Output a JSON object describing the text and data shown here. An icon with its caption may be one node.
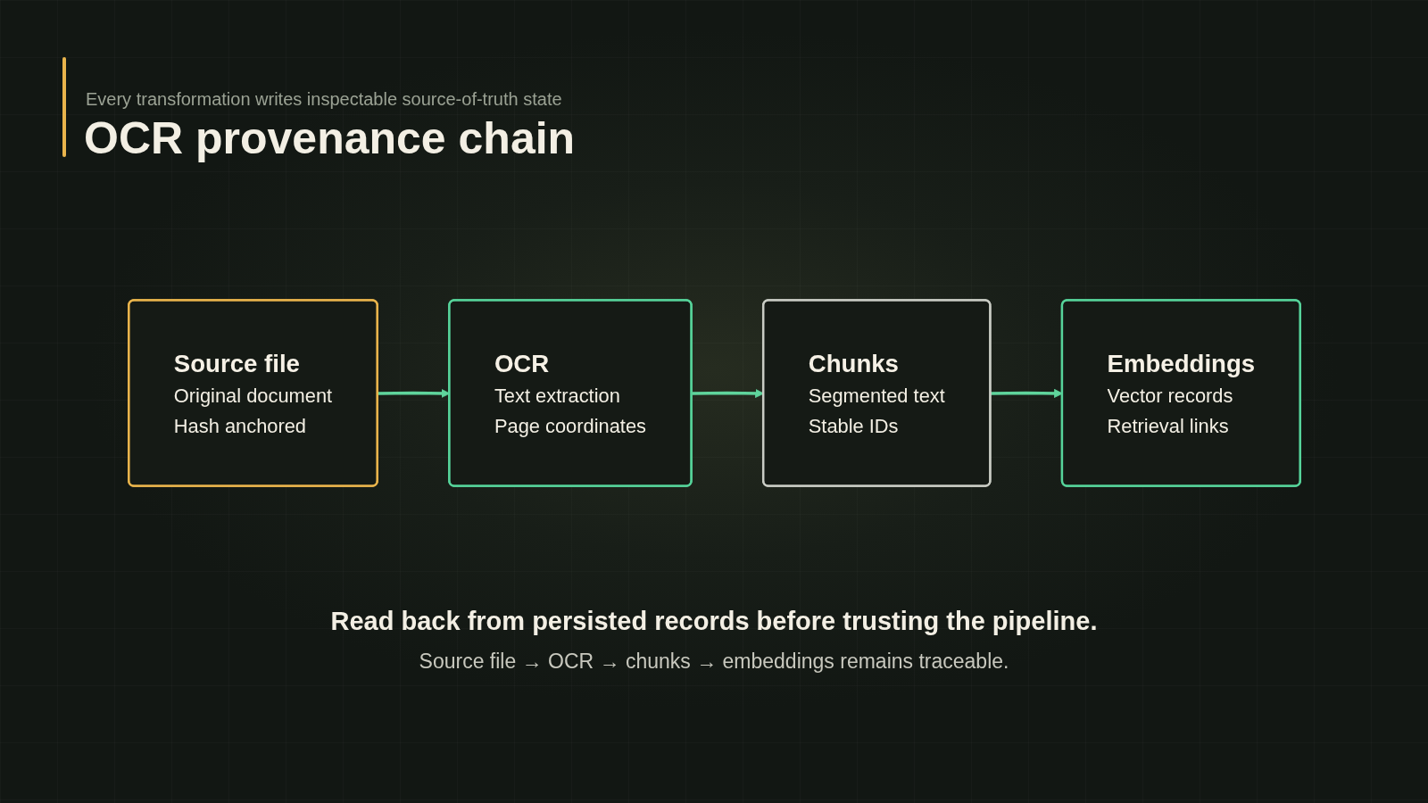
{
  "diagram": {
    "title": "OCR provenance chain",
    "caption": "Read back from persisted records before trusting the pipeline.",
    "nodes": [
      {
        "text": [
          "Source file",
          "Original document",
          "Hash anchored"
        ]
      },
      {
        "text": [
          "OCR",
          "Text extraction",
          "Page coordinates"
        ]
      },
      {
        "text": [
          "Chunks",
          "Segmented text",
          "Stable IDs"
        ]
      },
      {
        "text": [
          "Embeddings",
          "Vector records",
          "Retrieval links"
        ]
      }
    ],
    "edges": [
      {
        "from": 0,
        "to": 1,
        "arrow": "to"
      },
      {
        "from": 1,
        "to": 2,
        "arrow": "to"
      },
      {
        "from": 2,
        "to": 3,
        "arrow": "to"
      }
    ],
    "labels": [
      "Every transformation writes inspectable source-of-truth state",
      "Source file → OCR → chunks → embeddings remains traceable."
    ]
  }
}
